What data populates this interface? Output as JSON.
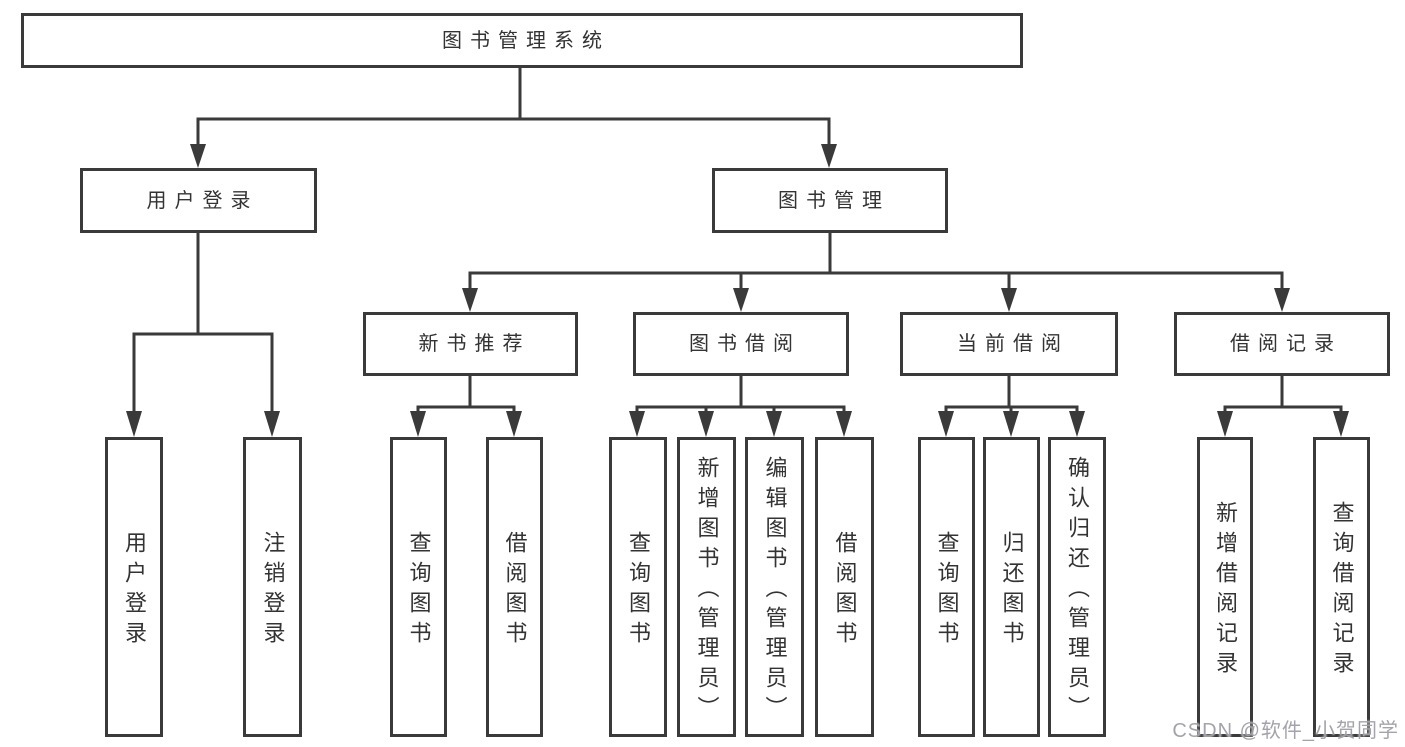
{
  "colors": {
    "line": "#3a3a3a",
    "box_border": "#3a3a3a",
    "box_fill": "#ffffff",
    "text": "#333333",
    "background": "#ffffff",
    "watermark": "#9e9ea6"
  },
  "watermark": {
    "text": "CSDN @软件_小贺同学"
  },
  "tree": {
    "root": {
      "label": "图书管理系统"
    },
    "branches": [
      {
        "label": "用户登录",
        "children": [
          {
            "label": "用户登录"
          },
          {
            "label": "注销登录"
          }
        ]
      },
      {
        "label": "图书管理",
        "groups": [
          {
            "label": "新书推荐",
            "children": [
              {
                "label": "查询图书"
              },
              {
                "label": "借阅图书"
              }
            ]
          },
          {
            "label": "图书借阅",
            "children": [
              {
                "label": "查询图书"
              },
              {
                "label": "新增图书（管理员）"
              },
              {
                "label": "编辑图书（管理员）"
              },
              {
                "label": "借阅图书"
              }
            ]
          },
          {
            "label": "当前借阅",
            "children": [
              {
                "label": "查询图书"
              },
              {
                "label": "归还图书"
              },
              {
                "label": "确认归还（管理员）"
              }
            ]
          },
          {
            "label": "借阅记录",
            "children": [
              {
                "label": "新增借阅记录"
              },
              {
                "label": "查询借阅记录"
              }
            ]
          }
        ]
      }
    ]
  }
}
